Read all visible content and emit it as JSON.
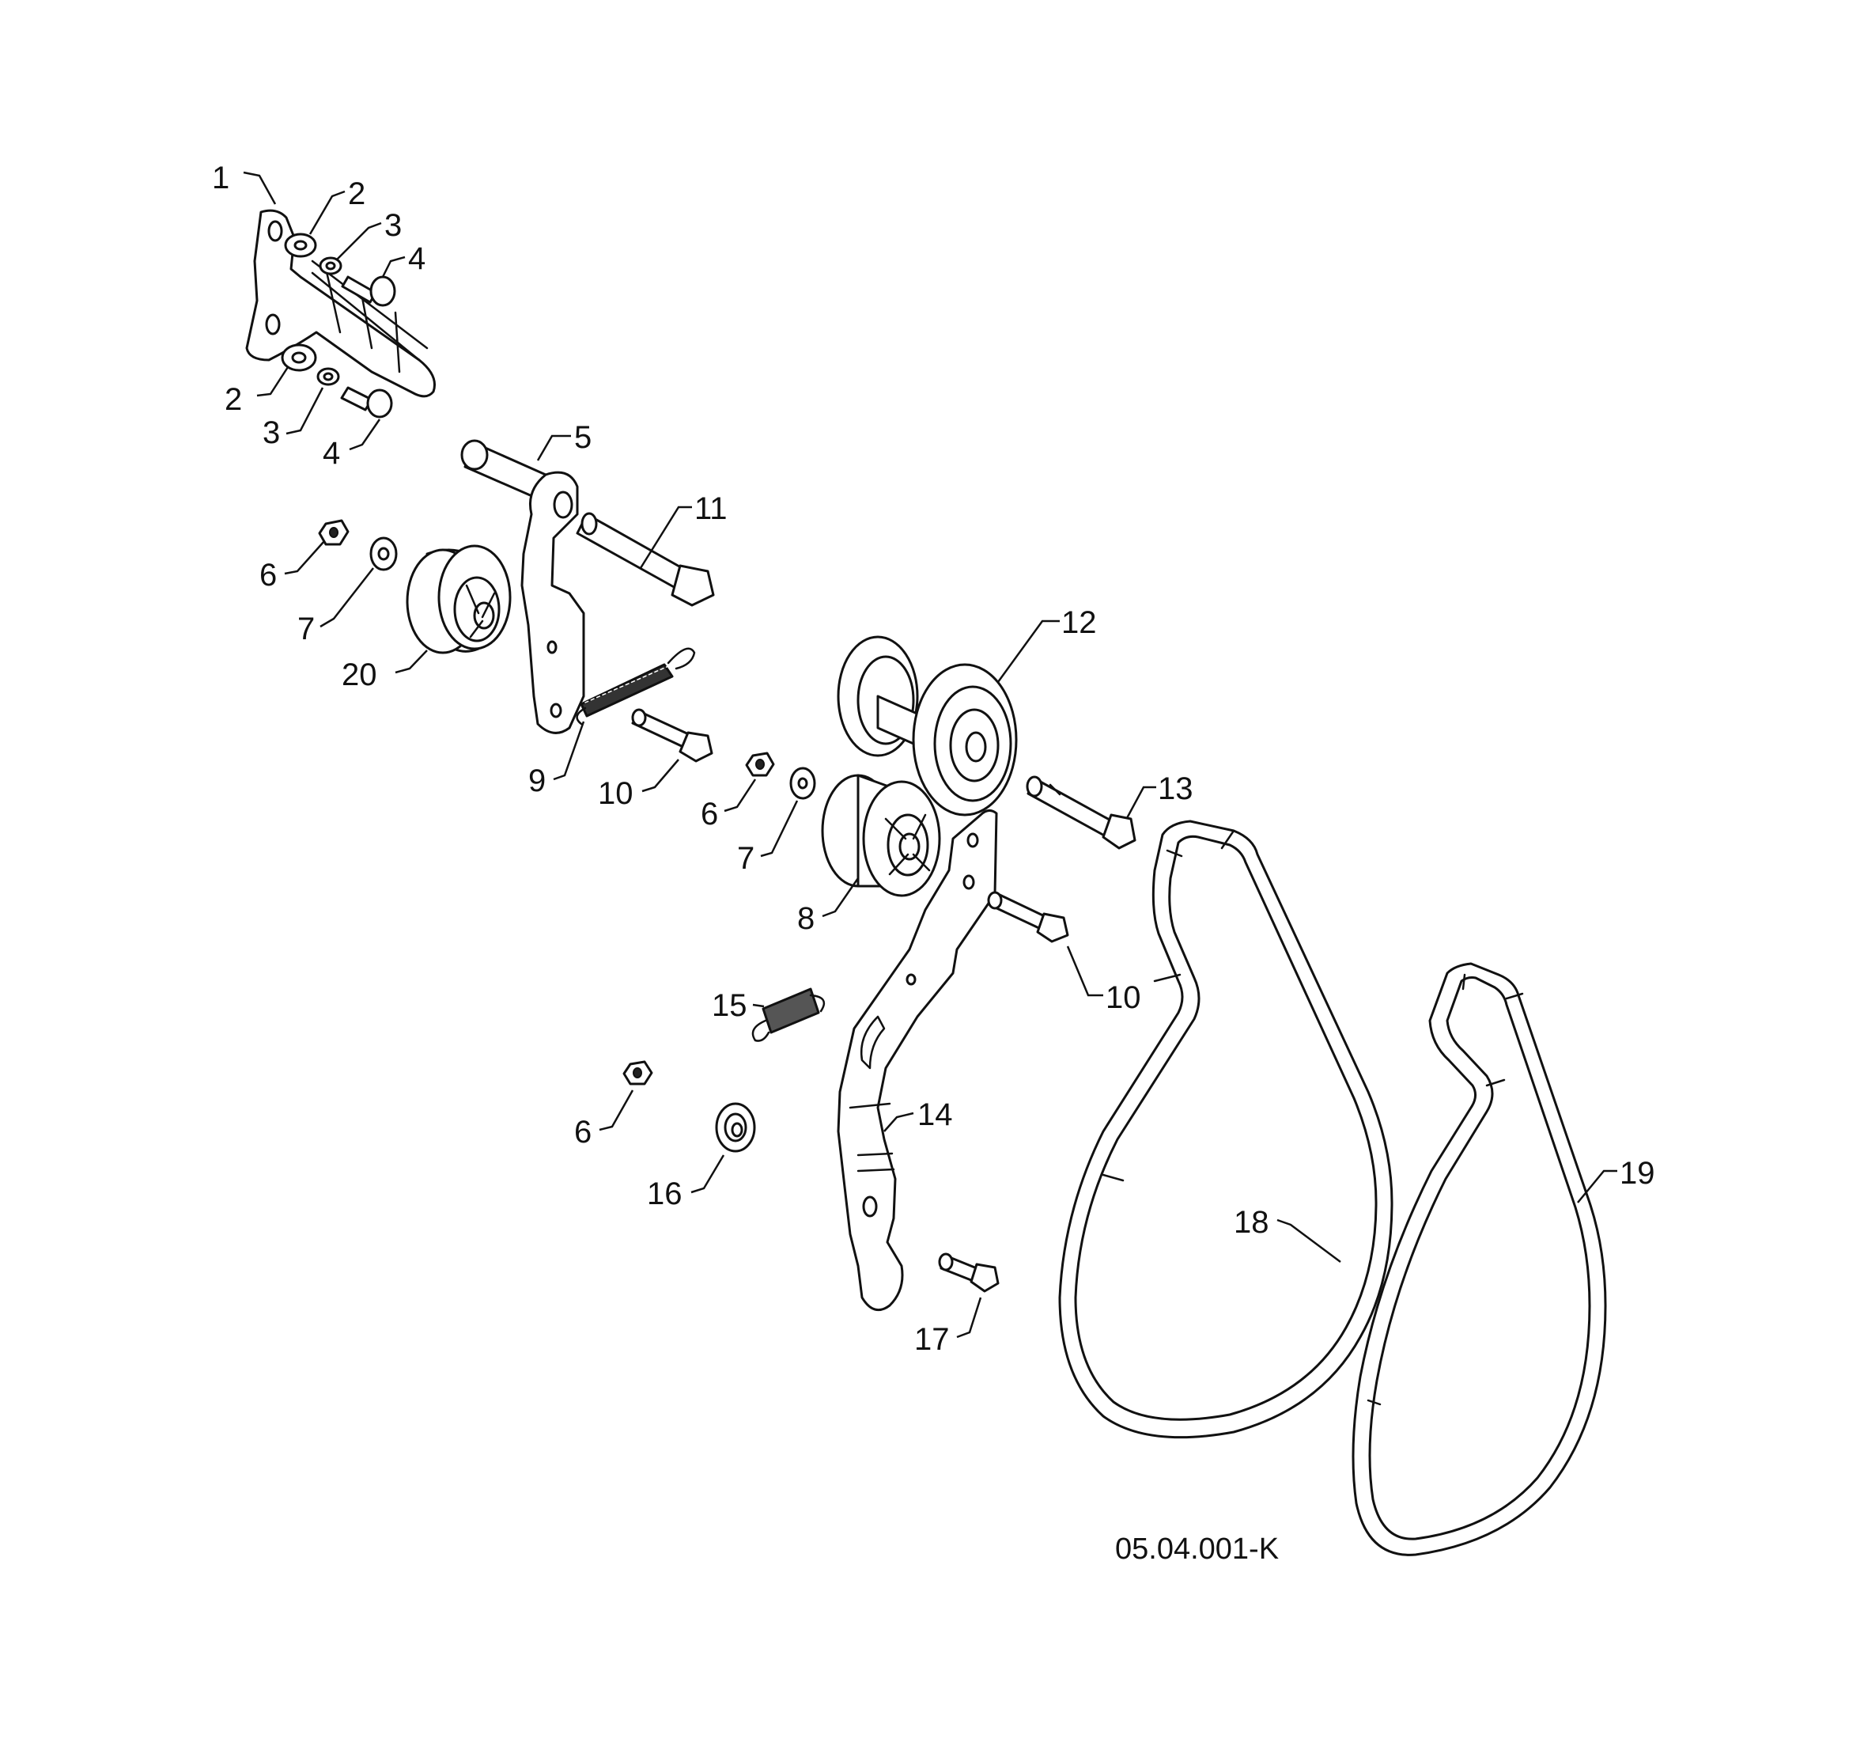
{
  "diagram": {
    "reference_code": "05.04.001-K",
    "callouts": [
      {
        "id": "c1",
        "label": "1"
      },
      {
        "id": "c2a",
        "label": "2"
      },
      {
        "id": "c3a",
        "label": "3"
      },
      {
        "id": "c4a",
        "label": "4"
      },
      {
        "id": "c2b",
        "label": "2"
      },
      {
        "id": "c3b",
        "label": "3"
      },
      {
        "id": "c4b",
        "label": "4"
      },
      {
        "id": "c5",
        "label": "5"
      },
      {
        "id": "c11",
        "label": "11"
      },
      {
        "id": "c6a",
        "label": "6"
      },
      {
        "id": "c7a",
        "label": "7"
      },
      {
        "id": "c20",
        "label": "20"
      },
      {
        "id": "c12",
        "label": "12"
      },
      {
        "id": "c9",
        "label": "9"
      },
      {
        "id": "c10a",
        "label": "10"
      },
      {
        "id": "c6b",
        "label": "6"
      },
      {
        "id": "c7b",
        "label": "7"
      },
      {
        "id": "c13",
        "label": "13"
      },
      {
        "id": "c8",
        "label": "8"
      },
      {
        "id": "c10b",
        "label": "10"
      },
      {
        "id": "c15",
        "label": "15"
      },
      {
        "id": "c14",
        "label": "14"
      },
      {
        "id": "c6c",
        "label": "6"
      },
      {
        "id": "c16",
        "label": "16"
      },
      {
        "id": "c18",
        "label": "18"
      },
      {
        "id": "c19",
        "label": "19"
      },
      {
        "id": "c17",
        "label": "17"
      }
    ]
  }
}
